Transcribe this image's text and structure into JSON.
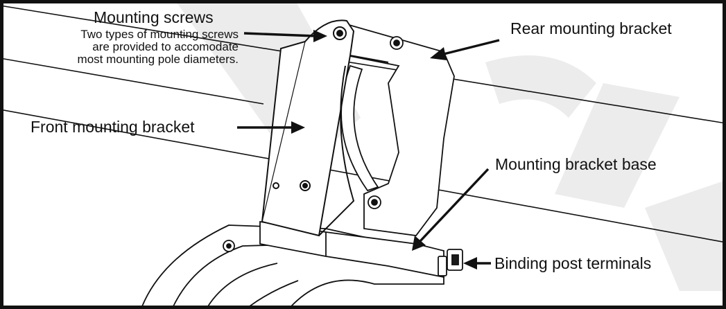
{
  "labels": {
    "mounting_screws": {
      "title": "Mounting screws",
      "note_lines": [
        "Two types of mounting screws",
        "are provided to accomodate",
        "most mounting pole diameters."
      ]
    },
    "rear_bracket": "Rear mounting bracket",
    "front_bracket": "Front mounting bracket",
    "bracket_base": "Mounting bracket base",
    "binding_posts": "Binding post terminals"
  },
  "colors": {
    "line": "#111111",
    "frame": "#111111",
    "watermark": "#ececec",
    "fill": "#ffffff",
    "dark_fill": "#1a1a1a"
  }
}
